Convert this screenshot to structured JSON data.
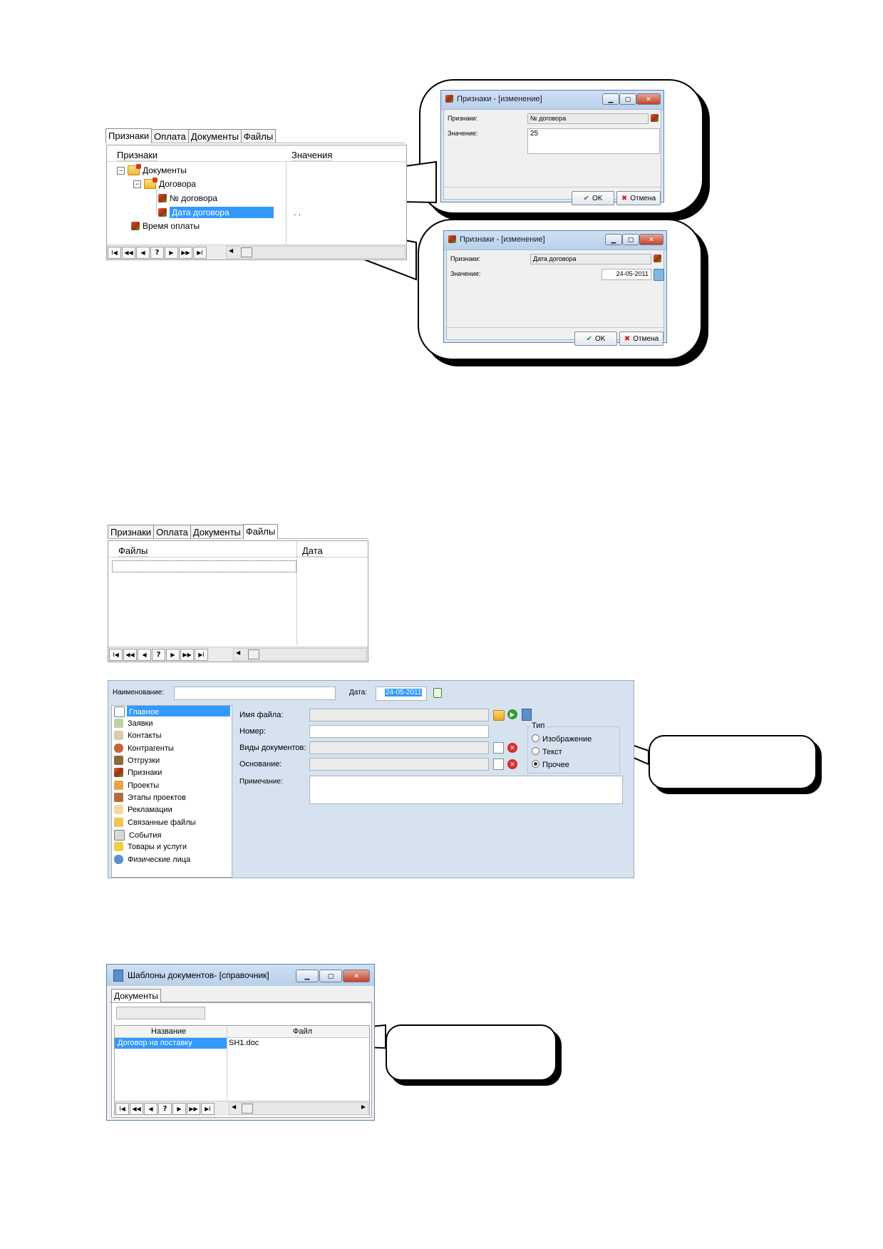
{
  "tab_labels": [
    "Признаки",
    "Оплата",
    "Документы",
    "Файлы"
  ],
  "section1": {
    "col_features": "Признаки",
    "col_values": "Значения",
    "tree": {
      "documents": "Документы",
      "contracts": "Договора",
      "contract_no": "№ договора",
      "contract_date": "Дата договора",
      "payment_time": "Время оплаты"
    },
    "selected_value": ". ."
  },
  "nav": {
    "first": "I◀",
    "prev_page": "◀◀",
    "prev": "◀",
    "help": "?",
    "next": "▶",
    "next_page": "▶▶",
    "last": "▶I"
  },
  "dialog1": {
    "title": "Признаки - [изменение]",
    "label_feature": "Признаки:",
    "feature_value": "№ договора",
    "label_value": "Значение:",
    "value": "25",
    "ok": "OK",
    "cancel": "Отмена"
  },
  "dialog2": {
    "title": "Признаки - [изменение]",
    "label_feature": "Признаки:",
    "feature_value": "Дата договора",
    "label_value": "Значение:",
    "value": "24-05-2011",
    "ok": "OK",
    "cancel": "Отмена"
  },
  "section2": {
    "col_files": "Файлы",
    "col_date": "Дата"
  },
  "section3": {
    "label_name": "Наименование:",
    "label_date": "Дата:",
    "date_value": "24-05-2011",
    "nav_items": [
      "Главное",
      "Заявки",
      "Контакты",
      "Контрагенты",
      "Отгрузки",
      "Признаки",
      "Проекты",
      "Этапы проектов",
      "Рекламации",
      "Связанные файлы",
      "События",
      "Товары и услуги",
      "Физические лица"
    ],
    "label_filename": "Имя файла:",
    "label_number": "Номер:",
    "label_doctypes": "Виды документов:",
    "label_basis": "Основание:",
    "label_note": "Примечание:",
    "type_group": "Тип",
    "type_options": [
      "Изображение",
      "Текст",
      "Прочее"
    ],
    "type_selected": "Прочее"
  },
  "section4": {
    "title": "Шаблоны документов- [справочник]",
    "tab": "Документы",
    "col_name": "Название",
    "col_file": "Файл",
    "row_name": "Договор на поставку",
    "row_file": "SH1.doc"
  },
  "icons": [
    "cube-icon",
    "folder-icon",
    "check-icon",
    "close-icon",
    "minimize-icon",
    "restore-icon",
    "calendar-icon",
    "open-folder-icon",
    "play-icon",
    "document-icon",
    "delete-icon"
  ]
}
